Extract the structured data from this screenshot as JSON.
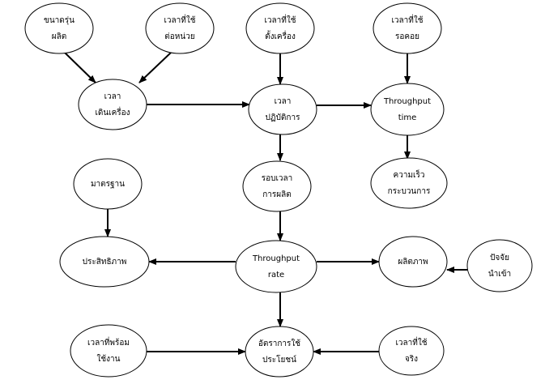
{
  "colors": {
    "stroke": "#000000",
    "fill": "#ffffff",
    "text": "#000000"
  },
  "nodes": {
    "lot_size": [
      "ขนาดรุ่น",
      "ผลิต"
    ],
    "unit_time": [
      "เวลาที่ใช้",
      "ต่อหน่วย"
    ],
    "setup_time": [
      "เวลาที่ใช้",
      "ตั้งเครื่อง"
    ],
    "wait_time": [
      "เวลาที่ใช้",
      "รอคอย"
    ],
    "run_time": [
      "เวลา",
      "เดินเครื่อง"
    ],
    "operation_time": [
      "เวลา",
      "ปฏิบัติการ"
    ],
    "throughput_time": [
      "Throughput",
      "time"
    ],
    "standard": [
      "มาตรฐาน"
    ],
    "production_cycle": [
      "รอบเวลา",
      "การผลิต"
    ],
    "process_speed": [
      "ความเร็ว",
      "กระบวนการ"
    ],
    "efficiency": [
      "ประสิทธิภาพ"
    ],
    "throughput_rate": [
      "Throughput",
      "rate"
    ],
    "productivity": [
      "ผลิตภาพ"
    ],
    "input_factor": [
      "ปัจจัย",
      "นำเข้า"
    ],
    "available_time": [
      "เวลาที่พร้อม",
      "ใช้งาน"
    ],
    "utilization": [
      "อัตราการใช้",
      "ประโยชน์"
    ],
    "actual_time": [
      "เวลาที่ใช้",
      "จริง"
    ]
  }
}
